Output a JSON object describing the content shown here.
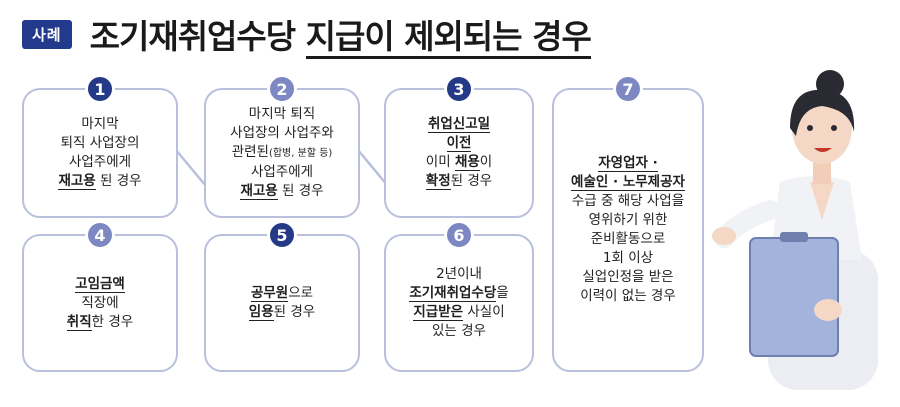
{
  "header": {
    "tag": "사례",
    "title_plain": "조기재취업수당 ",
    "title_underlined": "지급이 제외되는 경우"
  },
  "cards": [
    {
      "number": "1",
      "lines": [
        [
          {
            "t": "마지막"
          }
        ],
        [
          {
            "t": "퇴직 사업장의"
          }
        ],
        [
          {
            "t": "사업주에게"
          }
        ],
        [
          {
            "t": "재고용",
            "u": true
          },
          {
            "t": " 된 경우"
          }
        ]
      ]
    },
    {
      "number": "2",
      "lines": [
        [
          {
            "t": "마지막 퇴직"
          }
        ],
        [
          {
            "t": "사업장의 사업주와"
          }
        ],
        [
          {
            "t": "관련된"
          },
          {
            "t": "(합병, 분할 등)",
            "s": true
          }
        ],
        [
          {
            "t": "사업주에게"
          }
        ],
        [
          {
            "t": "재고용",
            "u": true
          },
          {
            "t": " 된 경우"
          }
        ]
      ]
    },
    {
      "number": "3",
      "lines": [
        [
          {
            "t": "취업신고일",
            "u": true
          }
        ],
        [
          {
            "t": "이전",
            "u": true
          }
        ],
        [
          {
            "t": "이미 "
          },
          {
            "t": "채용",
            "u": true
          },
          {
            "t": "이"
          }
        ],
        [
          {
            "t": "확정",
            "u": true
          },
          {
            "t": "된 경우"
          }
        ]
      ]
    },
    {
      "number": "4",
      "lines": [
        [
          {
            "t": "고임금액",
            "u": true
          }
        ],
        [
          {
            "t": "직장에"
          }
        ],
        [
          {
            "t": "취직",
            "u": true
          },
          {
            "t": "한 경우"
          }
        ]
      ]
    },
    {
      "number": "5",
      "lines": [
        [
          {
            "t": "공무원",
            "u": true
          },
          {
            "t": "으로"
          }
        ],
        [
          {
            "t": "임용",
            "u": true
          },
          {
            "t": "된 경우"
          }
        ]
      ]
    },
    {
      "number": "6",
      "lines": [
        [
          {
            "t": "2년이내"
          }
        ],
        [
          {
            "t": "조기재취업수당",
            "u": true
          },
          {
            "t": "을"
          }
        ],
        [
          {
            "t": "지급받은",
            "u": true
          },
          {
            "t": " 사실이"
          }
        ],
        [
          {
            "t": "있는 경우"
          }
        ]
      ]
    },
    {
      "number": "7",
      "lines": [
        [
          {
            "t": "자영업자 ·",
            "u": true
          }
        ],
        [
          {
            "t": "예술인 · 노무제공자",
            "u": true
          }
        ],
        [
          {
            "t": " "
          }
        ],
        [
          {
            "t": "수급 중 해당 사업을"
          }
        ],
        [
          {
            "t": "영위하기 위한"
          }
        ],
        [
          {
            "t": "준비활동으로"
          }
        ],
        [
          {
            "t": "1회 이상"
          }
        ],
        [
          {
            "t": "실업인정을 받은"
          }
        ],
        [
          {
            "t": "이력이 없는 경우"
          }
        ]
      ]
    }
  ],
  "colors": {
    "accent_dark": "#243a87",
    "accent_light": "#7d88c3",
    "card_border": "#b9c0dd"
  }
}
